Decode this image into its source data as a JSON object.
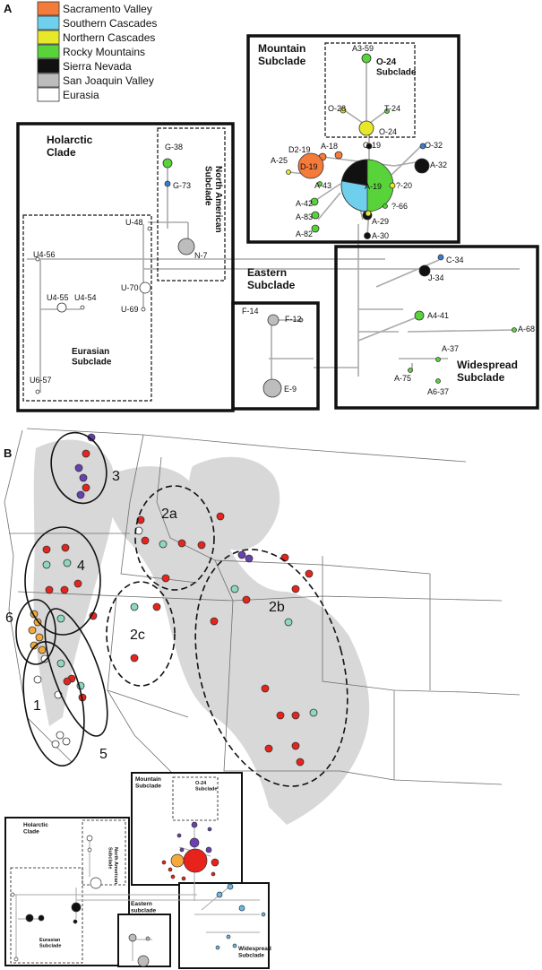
{
  "panel_a": {
    "letter": "A",
    "legend": [
      {
        "label": "Sacramento Valley",
        "color": "#f47b3a"
      },
      {
        "label": "Southern Cascades",
        "color": "#6fd0ee"
      },
      {
        "label": "Northern Cascades",
        "color": "#e8e82a"
      },
      {
        "label": "Rocky Mountains",
        "color": "#58d43a"
      },
      {
        "label": "Sierra Nevada",
        "color": "#111111"
      },
      {
        "label": "San Joaquin Valley",
        "color": "#bdbdbd"
      },
      {
        "label": "Eurasia",
        "color": "#ffffff"
      }
    ],
    "clades": {
      "mountain": "Mountain\nSubclade",
      "o24": "O-24\nSubclade",
      "holarctic": "Holarctic\nClade",
      "north_american": "North American\nSubclade",
      "eurasian": "Eurasian\nSubclade",
      "eastern": "Eastern\nSubclade",
      "widespread": "Widespread\nSubclade"
    },
    "haplotypes": [
      "A3-59",
      "O-28",
      "T-24",
      "O-24",
      "O-19",
      "O-32",
      "A-32",
      "A-18",
      "D2-19",
      "D-19",
      "A-25",
      "A-43",
      "A-19",
      "?-20",
      "?-66",
      "A-42",
      "A-83",
      "A-29",
      "A-82",
      "A-30",
      "G-38",
      "G-73",
      "N-7",
      "U-48",
      "U4-56",
      "U4-55",
      "U4-54",
      "U-70",
      "U-69",
      "U6-57",
      "F-14",
      "F-12",
      "E-9",
      "C-34",
      "J-34",
      "A4-41",
      "A-68",
      "A-37",
      "A-75",
      "A6-37"
    ]
  },
  "panel_b": {
    "letter": "B",
    "regions": [
      "3",
      "2a",
      "4",
      "2b",
      "2c",
      "6",
      "1",
      "5"
    ],
    "inset": {
      "mountain": "Mountain\nSubclade",
      "o24": "O-24\nSubclade",
      "holarctic": "Holarctic\nClade",
      "north_american": "North American\nSubclade",
      "eurasian": "Eurasian\nSubclade",
      "eastern": "Eastern\nsubclade",
      "widespread": "Widespread\nSubclade"
    }
  },
  "colors": {
    "red": "#e8231c",
    "purple": "#6a3fb5",
    "orange": "#f4a93a",
    "teal": "#8ed8c0",
    "lightblue": "#6ab8e8",
    "range": "#d6d6d6"
  }
}
